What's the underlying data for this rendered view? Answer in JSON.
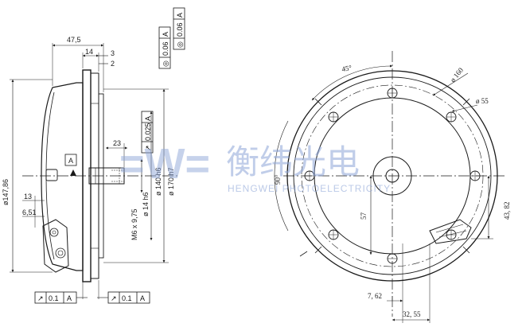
{
  "side_view": {
    "dimensions": {
      "overall_length": "47,5",
      "flange_depth": "14",
      "rim_thickness": "3",
      "step": "2",
      "shaft_length": "23",
      "outer_diameter": "ø147,86",
      "connector_offset": "13",
      "connector_distance": "6,51",
      "thread": "M6 x 9,75",
      "bore": "ø 14 h6",
      "pilot": "ø 140 h6",
      "spigot": "ø 170 h7"
    },
    "datum_label": "A",
    "tolerances": {
      "flatness_top_1": {
        "symbol": "◎",
        "value": "0.06",
        "datum": "A"
      },
      "flatness_top_2": {
        "symbol": "◎",
        "value": "0.06",
        "datum": "A"
      },
      "runout_shaft": {
        "symbol": "↗",
        "value": "0.025",
        "datum": "A"
      },
      "runout_bottom_left": {
        "symbol": "↗",
        "value": "0.1",
        "datum": "A"
      },
      "runout_bottom_right": {
        "symbol": "↗",
        "value": "0.1",
        "datum": "A"
      }
    }
  },
  "front_view": {
    "dimensions": {
      "angle_45": "45°",
      "angle_90": "90°",
      "bolt_circle": "ø 160",
      "hole_diameter": "ø 55",
      "vertical_offset": "57",
      "height_offset": "43, 82",
      "horizontal_offset_1": "7, 62",
      "horizontal_offset_2": "32, 55"
    }
  },
  "watermark": {
    "logo": "=W=",
    "company_cn": "衡纬光电",
    "company_en": "HENGWEI PHOTOELECTRICITY"
  },
  "colors": {
    "line": "#1a1a1a",
    "center_line": "#1a1a1a",
    "watermark": "#8ea6d8",
    "background": "#ffffff"
  }
}
